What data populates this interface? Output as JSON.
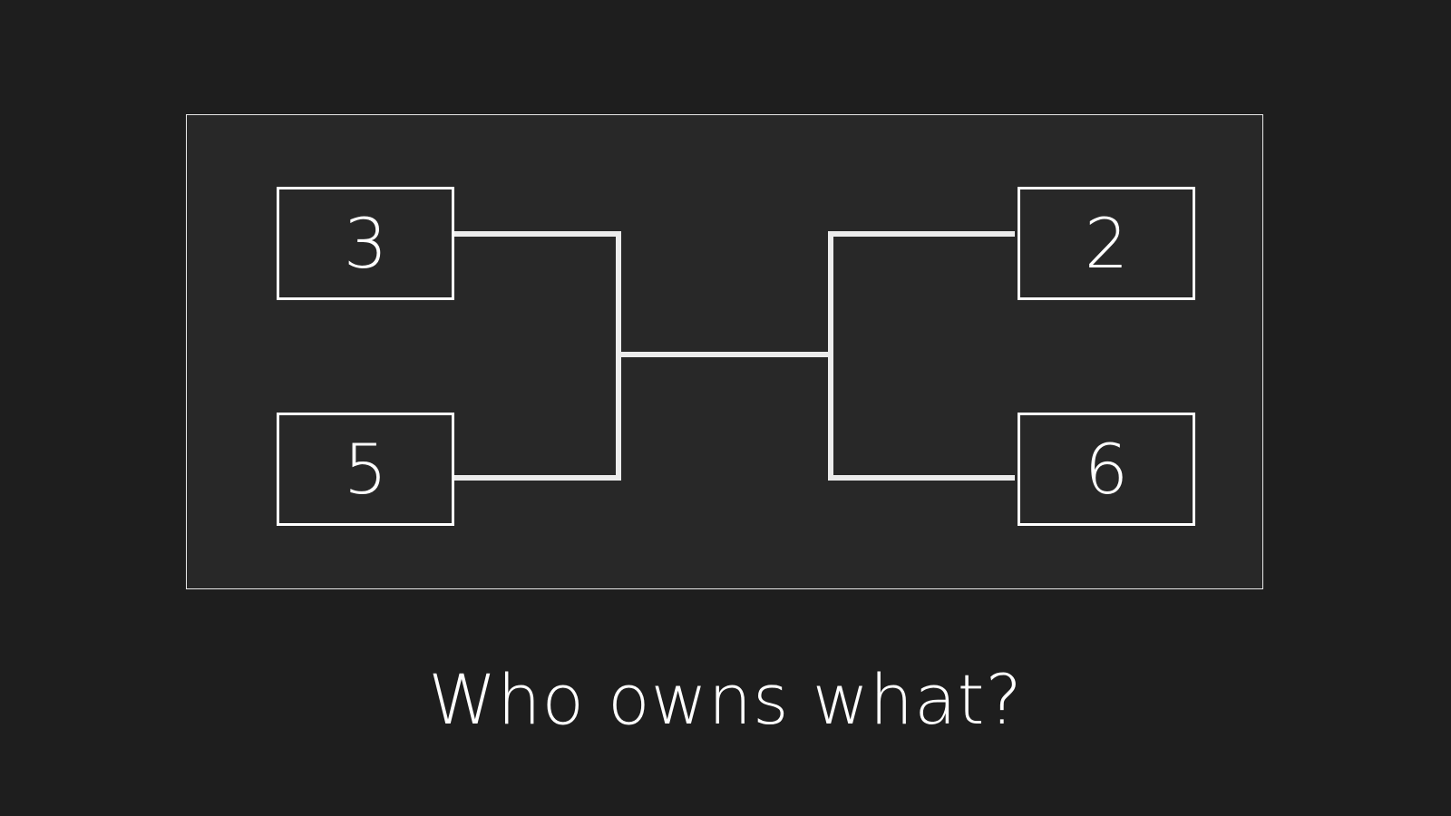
{
  "diagram": {
    "nodes": {
      "top_left": "3",
      "bottom_left": "5",
      "top_right": "2",
      "bottom_right": "6"
    }
  },
  "caption": "Who owns what?",
  "colors": {
    "background": "#1e1e1e",
    "panel": "#282828",
    "stroke": "#ffffff",
    "connector": "#ececec"
  }
}
